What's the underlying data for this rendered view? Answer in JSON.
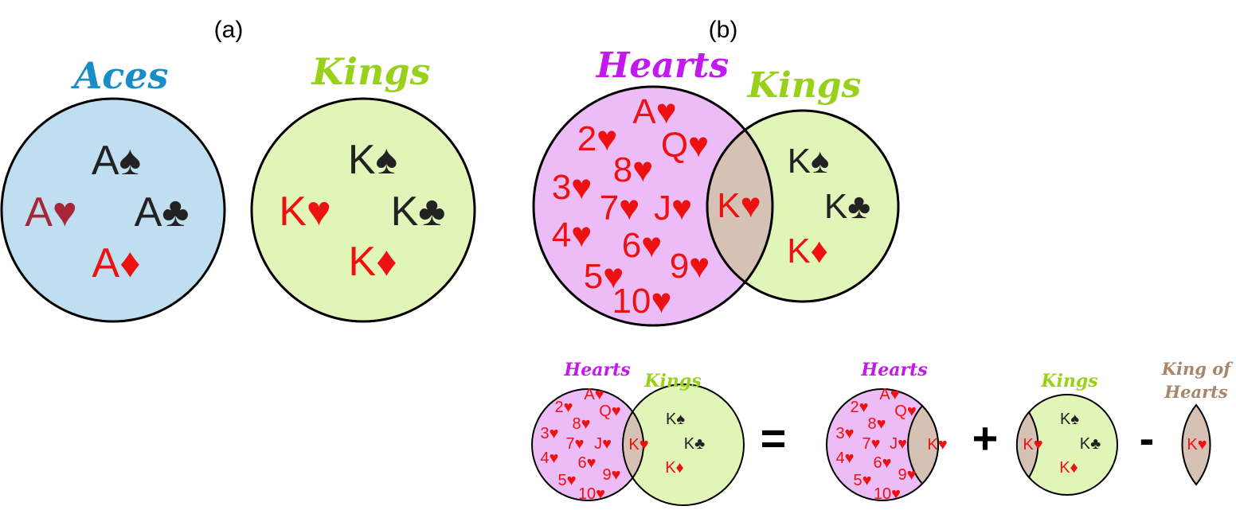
{
  "colors": {
    "aces_fill": "#bfdff0",
    "kings_fill": "#e2f5b8",
    "hearts_fill": "#ecbcf7",
    "overlap_fill": "#d6c2b4",
    "aces_title": "#1a8cc8",
    "kings_title": "#99d11a",
    "hearts_title": "#c318f0",
    "king_of_hearts_title": "#a8866c",
    "red_card": "#ee1111",
    "dark_red_card": "#a8263a",
    "black_card": "#222222"
  },
  "panel_a": {
    "label": "(a)",
    "aces": {
      "title": "Aces",
      "cards": [
        "A♠",
        "A♥",
        "A♣",
        "A♦"
      ]
    },
    "kings": {
      "title": "Kings",
      "cards": [
        "K♠",
        "K♥",
        "K♣",
        "K♦"
      ]
    }
  },
  "panel_b": {
    "label": "(b)",
    "hearts_title": "Hearts",
    "kings_title": "Kings",
    "hearts_cards": [
      "A♥",
      "2♥",
      "Q♥",
      "8♥",
      "3♥",
      "7♥",
      "J♥",
      "4♥",
      "6♥",
      "5♥",
      "9♥",
      "10♥"
    ],
    "shared_card": "K♥",
    "kings_cards": [
      "K♠",
      "K♣",
      "K♦"
    ]
  },
  "equation": {
    "hearts_title": "Hearts",
    "kings_title": "Kings",
    "king_of_hearts_line1": "King of",
    "king_of_hearts_line2": "Hearts",
    "equals": "=",
    "plus": "+",
    "minus": "-"
  }
}
